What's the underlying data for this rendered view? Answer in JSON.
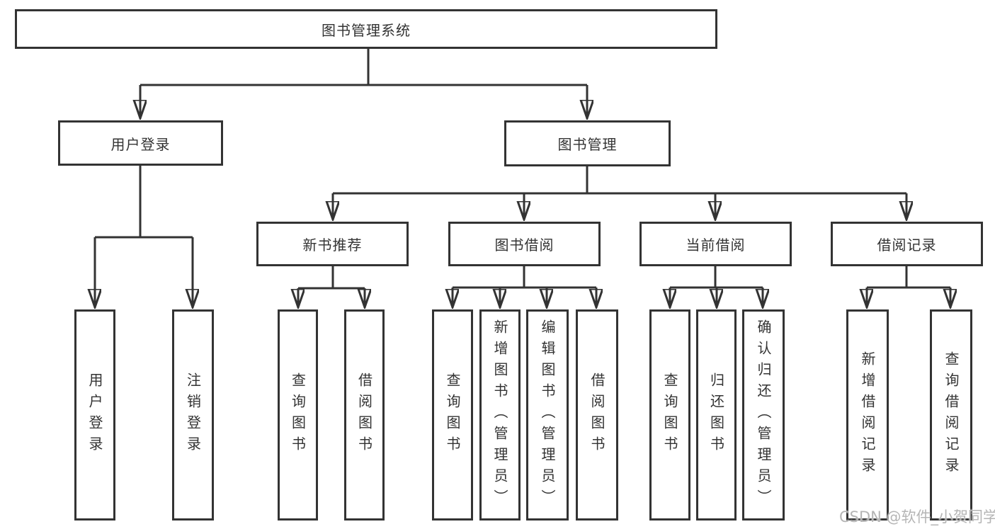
{
  "tree": {
    "root": "图书管理系统",
    "level2": [
      {
        "label": "用户登录"
      },
      {
        "label": "图书管理"
      }
    ],
    "level3": [
      {
        "label": "新书推荐"
      },
      {
        "label": "图书借阅"
      },
      {
        "label": "当前借阅"
      },
      {
        "label": "借阅记录"
      }
    ],
    "leaves": [
      {
        "label": "用户登录",
        "parent": "用户登录"
      },
      {
        "label": "注销登录",
        "parent": "用户登录"
      },
      {
        "label": "查询图书",
        "parent": "新书推荐"
      },
      {
        "label": "借阅图书",
        "parent": "新书推荐"
      },
      {
        "label": "查询图书",
        "parent": "图书借阅"
      },
      {
        "label": "新增图书（管理员）",
        "parent": "图书借阅"
      },
      {
        "label": "编辑图书（管理员）",
        "parent": "图书借阅"
      },
      {
        "label": "借阅图书",
        "parent": "图书借阅"
      },
      {
        "label": "查询图书",
        "parent": "当前借阅"
      },
      {
        "label": "归还图书",
        "parent": "当前借阅"
      },
      {
        "label": "确认归还（管理员）",
        "parent": "当前借阅"
      },
      {
        "label": "新增借阅记录",
        "parent": "借阅记录"
      },
      {
        "label": "查询借阅记录",
        "parent": "借阅记录"
      }
    ]
  },
  "watermark": {
    "text": "CSDN @软件_小贺同学"
  },
  "colors": {
    "line": "#333333",
    "box_border": "#333333",
    "box_fill": "#ffffff",
    "text": "#333333",
    "watermark": "#b5b5b5",
    "background": "#ffffff"
  }
}
